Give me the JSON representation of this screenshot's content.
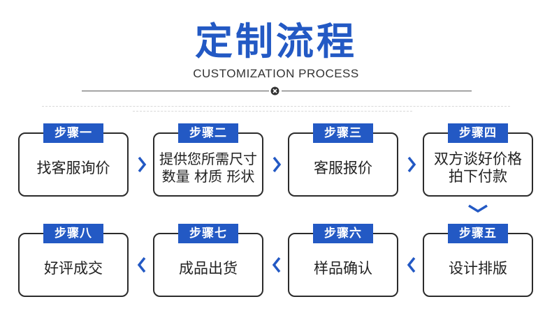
{
  "header": {
    "title": "定制流程",
    "subtitle": "CUSTOMIZATION PROCESS"
  },
  "colors": {
    "accent": "#2359c4",
    "border": "#2b2b2b"
  },
  "icons": {
    "right_arrow": "chevron-right-icon",
    "left_arrow": "chevron-left-icon",
    "down_arrow": "chevron-down-icon",
    "divider": "x-mark-icon"
  },
  "steps": [
    {
      "label": "步骤一",
      "text": "找客服询价"
    },
    {
      "label": "步骤二",
      "text": "提供您所需尺寸\n数量 材质 形状"
    },
    {
      "label": "步骤三",
      "text": "客服报价"
    },
    {
      "label": "步骤四",
      "text": "双方谈好价格\n拍下付款"
    },
    {
      "label": "步骤五",
      "text": "设计排版"
    },
    {
      "label": "步骤六",
      "text": "样品确认"
    },
    {
      "label": "步骤七",
      "text": "成品出货"
    },
    {
      "label": "步骤八",
      "text": "好评成交"
    }
  ]
}
